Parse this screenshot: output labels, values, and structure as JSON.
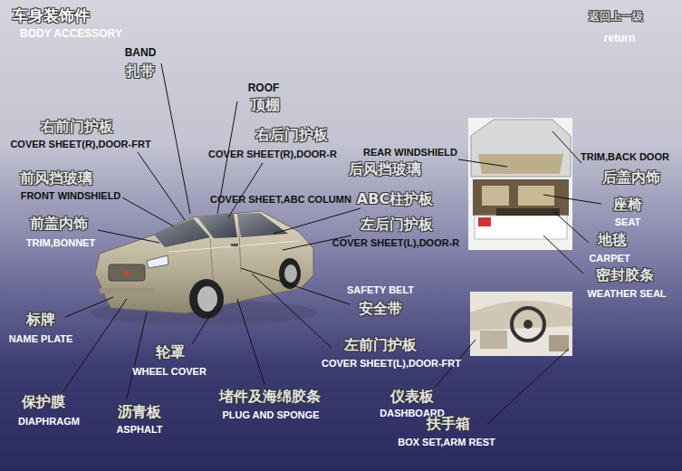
{
  "diagram": {
    "title": "车身装饰件",
    "labels": [
      "BODY ACCESSORY",
      "返回上一级",
      "return",
      "BAND",
      "扎带",
      "ROOF",
      "顶棚",
      "右前门护板",
      "COVER SHEET(R),DOOR-FRT",
      "右后门护板",
      "COVER SHEET(R),DOOR-R",
      "前风挡玻璃",
      "FRONT WINDSHIELD",
      "COVER SHEET,ABC COLUMN",
      "ABC柱护板",
      "前盖内饰",
      "TRIM,BONNET",
      "左后门护板",
      "COVER SHEET(L),DOOR-R",
      "REAR WINDSHIELD",
      "后风挡玻璃",
      "TRIM,BACK DOOR",
      "后盖内饰",
      "座椅",
      "SEAT",
      "地毯",
      "CARPET",
      "密封胶条",
      "WEATHER SEAL",
      "SAFETY BELT",
      "安全带",
      "标牌",
      "NAME PLATE",
      "轮罩",
      "WHEEL COVER",
      "左前门护板",
      "COVER SHEET(L),DOOR-FRT",
      "保护膜",
      "DIAPHRAGM",
      "沥青板",
      "ASPHALT",
      "堵件及海绵胶条",
      "PLUG AND SPONGE",
      "仪表板",
      "DASHBOARD",
      "扶手箱",
      "BOX SET,ARM REST"
    ]
  }
}
